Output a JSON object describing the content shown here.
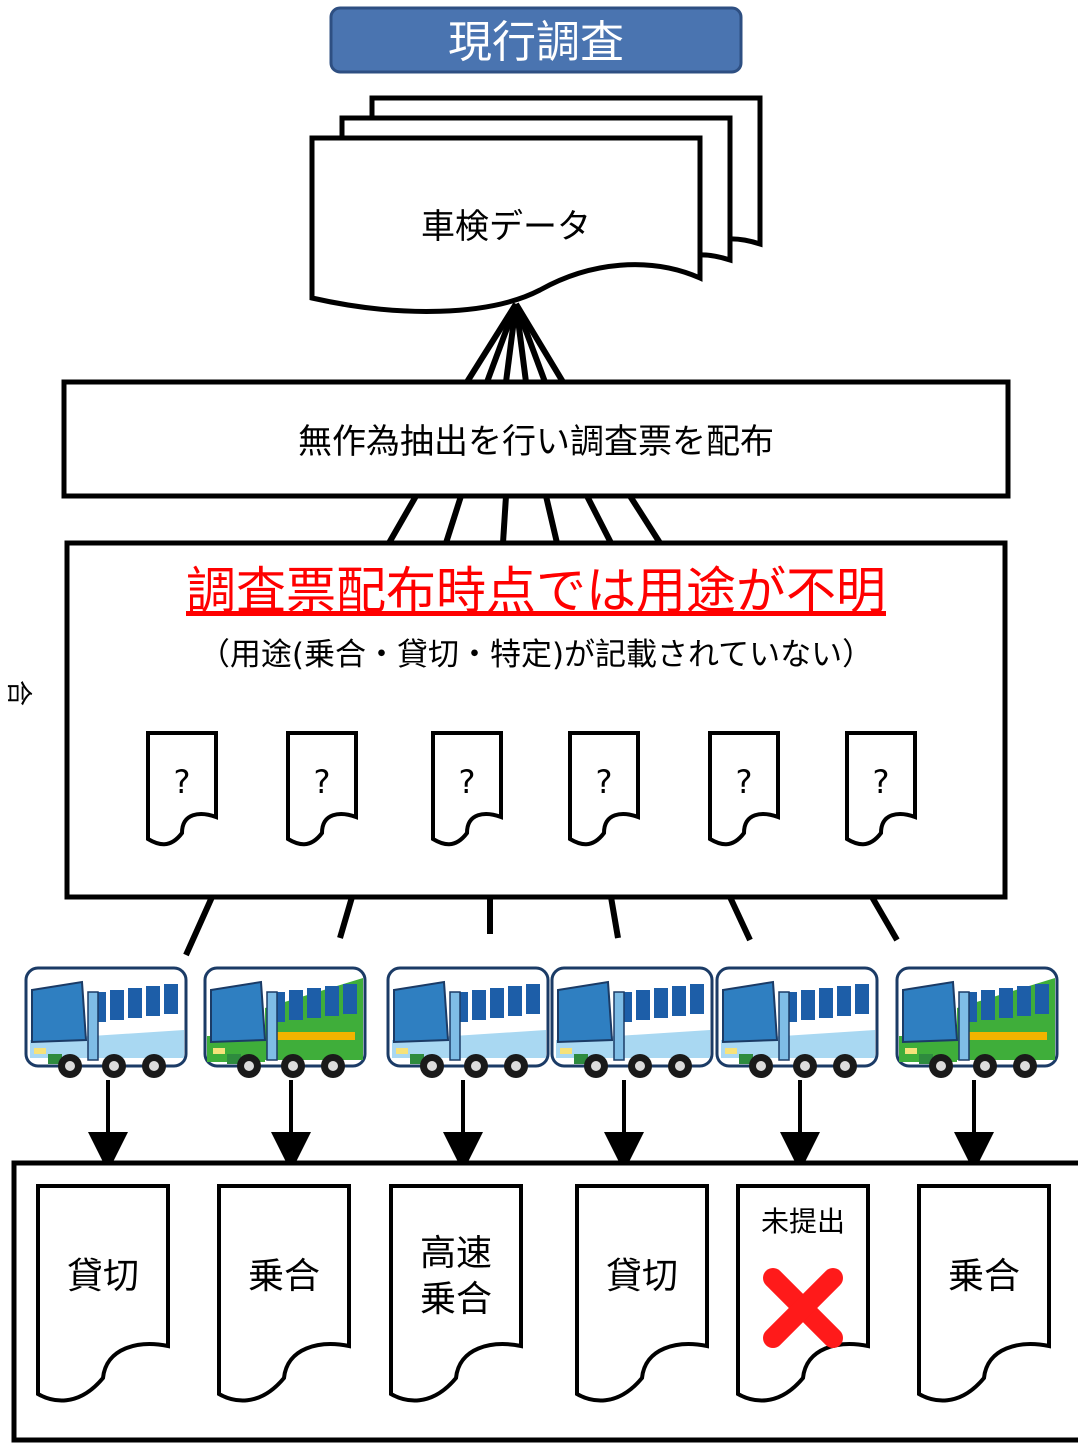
{
  "header": {
    "title": "現行調査"
  },
  "database": {
    "label": "車検データ"
  },
  "sampling": {
    "label": "無作為抽出を行い調査票を配布"
  },
  "unknown_panel": {
    "headline": "調査票配布時点では用途が不明",
    "note": "（用途(乗合・貸切・特定)が記載されていない）",
    "forms": [
      "?",
      "?",
      "?",
      "?",
      "?",
      "?"
    ]
  },
  "buses": [
    {
      "livery": "white-blue",
      "body_color": "#ffffff",
      "accent_color": "#2a7fc0"
    },
    {
      "livery": "white-green",
      "body_color": "#ffffff",
      "accent_color": "#3fae3a"
    },
    {
      "livery": "white-blue",
      "body_color": "#ffffff",
      "accent_color": "#2a7fc0"
    },
    {
      "livery": "white-blue",
      "body_color": "#ffffff",
      "accent_color": "#2a7fc0"
    },
    {
      "livery": "white-blue",
      "body_color": "#ffffff",
      "accent_color": "#2a7fc0"
    },
    {
      "livery": "white-green",
      "body_color": "#ffffff",
      "accent_color": "#3fae3a"
    }
  ],
  "results": [
    {
      "lines": [
        "貸切"
      ]
    },
    {
      "lines": [
        "乗合"
      ]
    },
    {
      "lines": [
        "高速",
        "乗合"
      ]
    },
    {
      "lines": [
        "貸切"
      ]
    },
    {
      "lines": [
        "未提出"
      ],
      "mark": "cross-icon"
    },
    {
      "lines": [
        "乗合"
      ]
    }
  ],
  "edge_fragment": "合",
  "colors": {
    "header_fill": "#4a74b0",
    "header_border": "#2e4f82",
    "header_text": "#ffffff",
    "headline": "#ff0000",
    "cross": "#ff1a1a",
    "ink": "#000000"
  }
}
